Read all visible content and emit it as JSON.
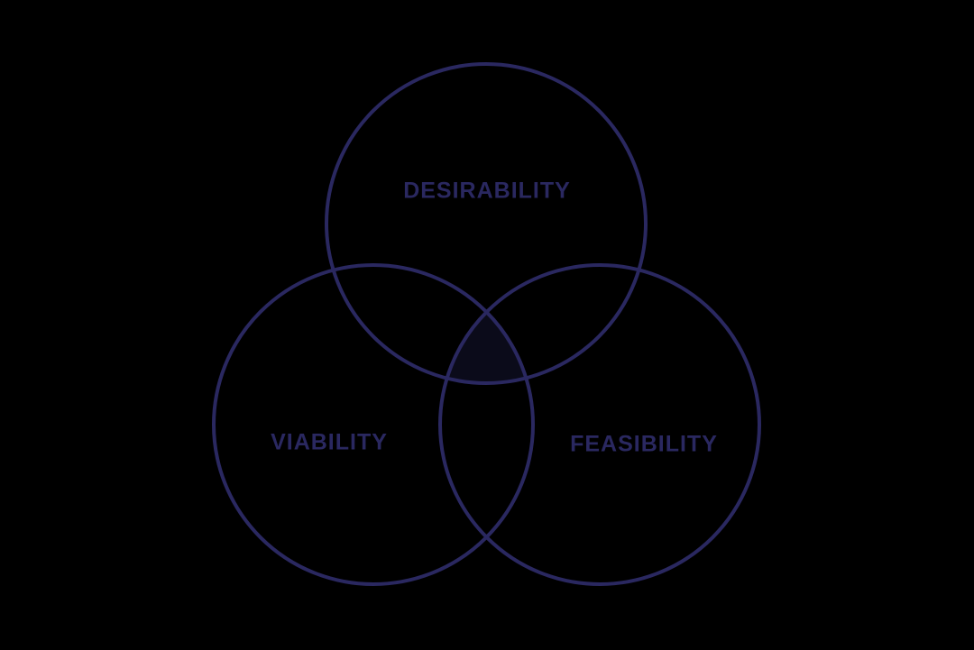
{
  "colors": {
    "background": "#000000",
    "outline": "#2a2860",
    "label": "#2a2860",
    "center_fill": "#0b0b1a"
  },
  "labels": {
    "top": "DESIRABILITY",
    "left": "VIABILITY",
    "right": "FEASIBILITY"
  }
}
